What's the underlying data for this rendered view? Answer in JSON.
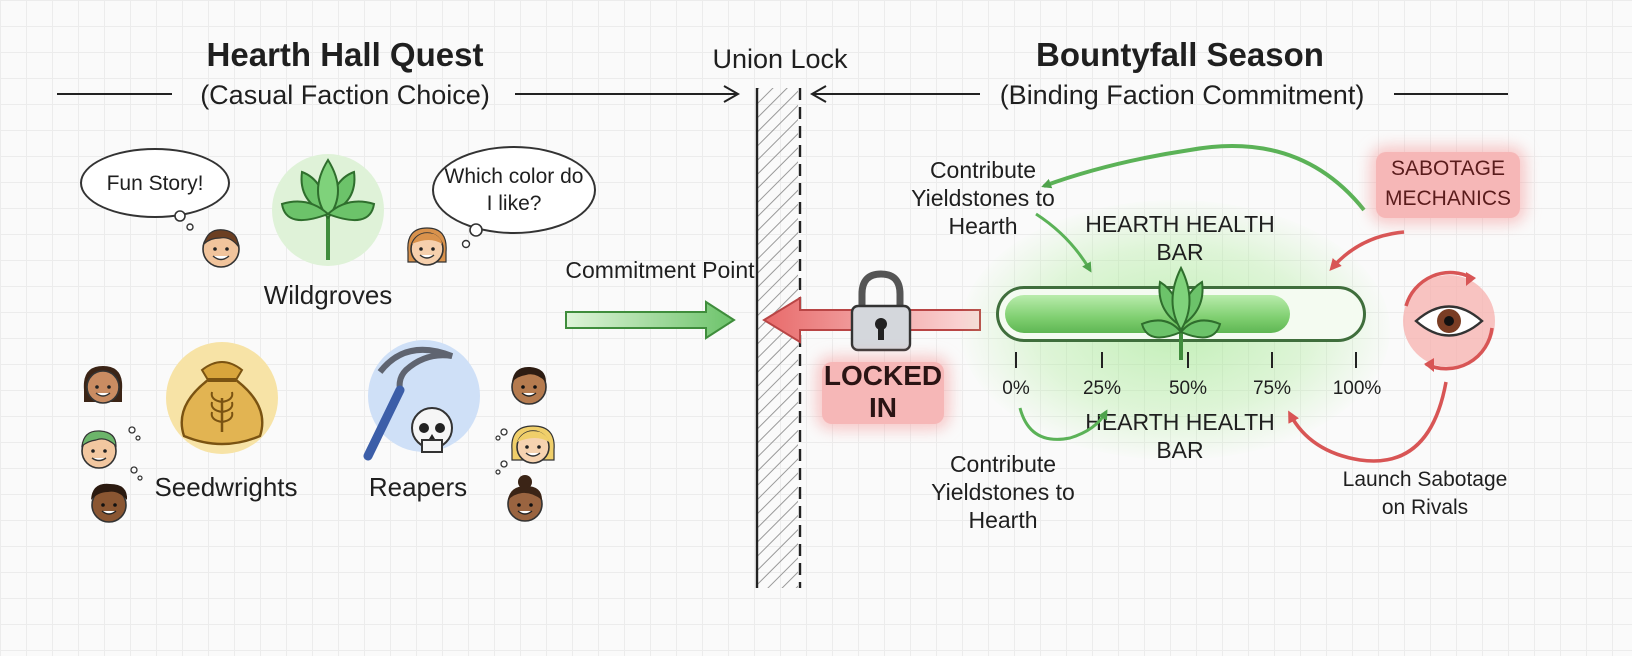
{
  "left_section": {
    "title": "Hearth Hall Quest",
    "subtitle": "(Casual Faction Choice)",
    "bubbles": [
      "Fun Story!",
      "Which color do I like?"
    ],
    "factions": [
      {
        "name": "Wildgroves",
        "icon": "leaf-icon",
        "color": "#dff2d8"
      },
      {
        "name": "Seedwrights",
        "icon": "seed-sack-icon",
        "color": "#f7e3a6"
      },
      {
        "name": "Reapers",
        "icon": "scythe-skull-icon",
        "color": "#cfe0f7"
      }
    ],
    "commitment_label": "Commitment Point"
  },
  "divider": {
    "label": "Union Lock",
    "locked_label": "LOCKED IN"
  },
  "right_section": {
    "title": "Bountyfall Season",
    "subtitle": "(Binding Faction Commitment)",
    "contribute_top": "Contribute Yieldstones to Hearth",
    "contribute_bottom": "Contribute Yieldstones to Hearth",
    "health_bar_top": "HEARTH HEALTH BAR",
    "health_bar_bottom": "HEARTH HEALTH BAR",
    "health_bar_fill": 0.81,
    "ticks": [
      "0%",
      "25%",
      "50%",
      "75%",
      "100%"
    ],
    "sabotage_label": "SABOTAGE MECHANICS",
    "launch_label": "Launch Sabotage on Rivals"
  },
  "colors": {
    "green": "#6cc36a",
    "red": "#e86a6a",
    "bar_fill": "#8fd47f"
  }
}
